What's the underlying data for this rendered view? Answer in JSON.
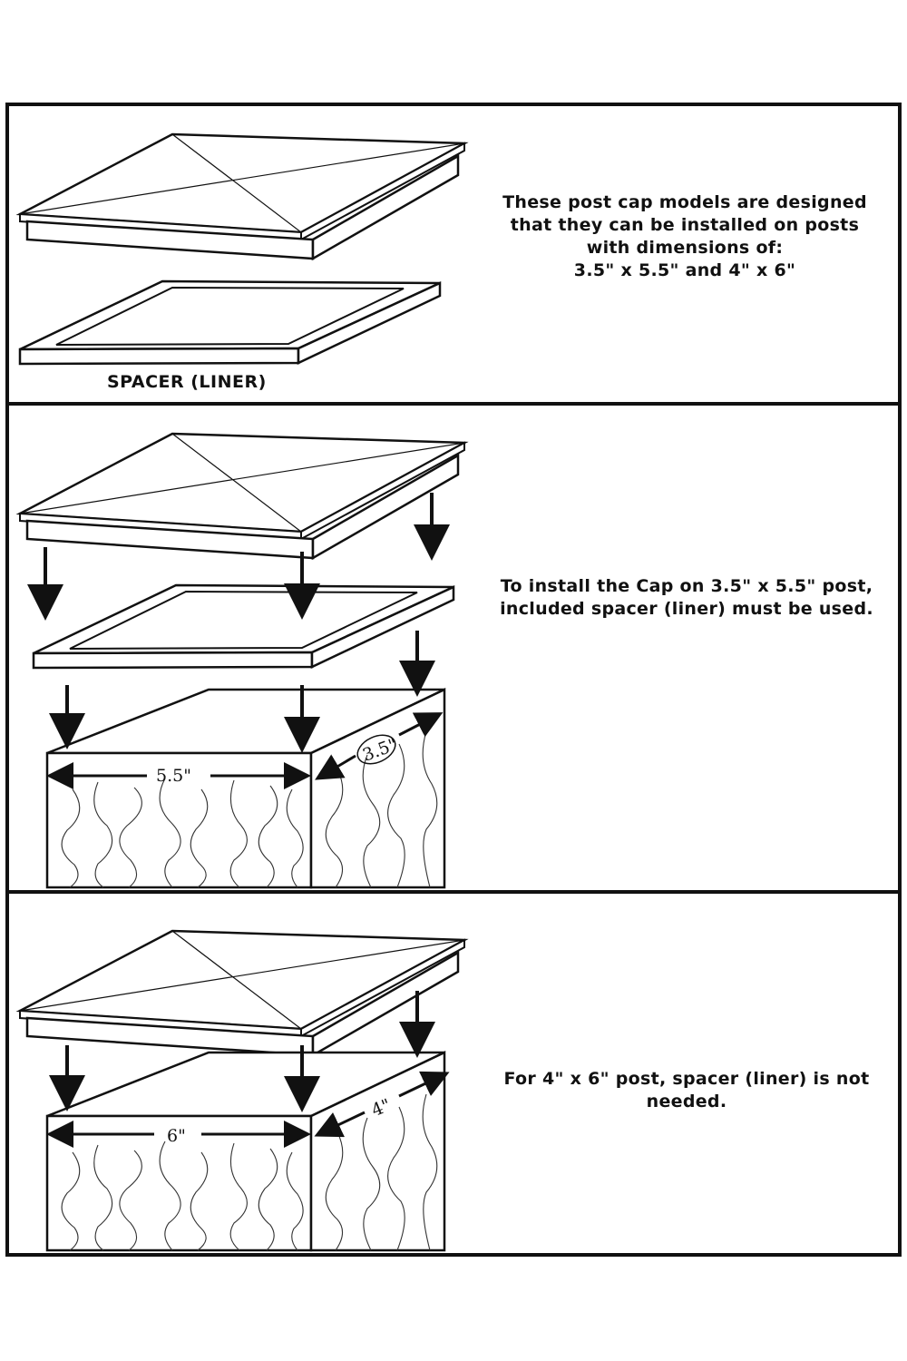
{
  "panel1": {
    "caption_lines": [
      "These post cap models are designed",
      "that they can be installed on posts",
      "with dimensions of:",
      "3.5\" x 5.5\" and 4\" x 6\""
    ],
    "spacer_label": "SPACER (LINER)"
  },
  "panel2": {
    "caption_lines": [
      "To install the Cap on 3.5\" x 5.5\" post,",
      "included spacer (liner) must be used."
    ],
    "width_label": "5.5\"",
    "depth_label": "3.5\""
  },
  "panel3": {
    "caption_lines": [
      "For 4\" x 6\" post, spacer (liner) is not",
      "needed."
    ],
    "width_label": "6\"",
    "depth_label": "4\""
  }
}
